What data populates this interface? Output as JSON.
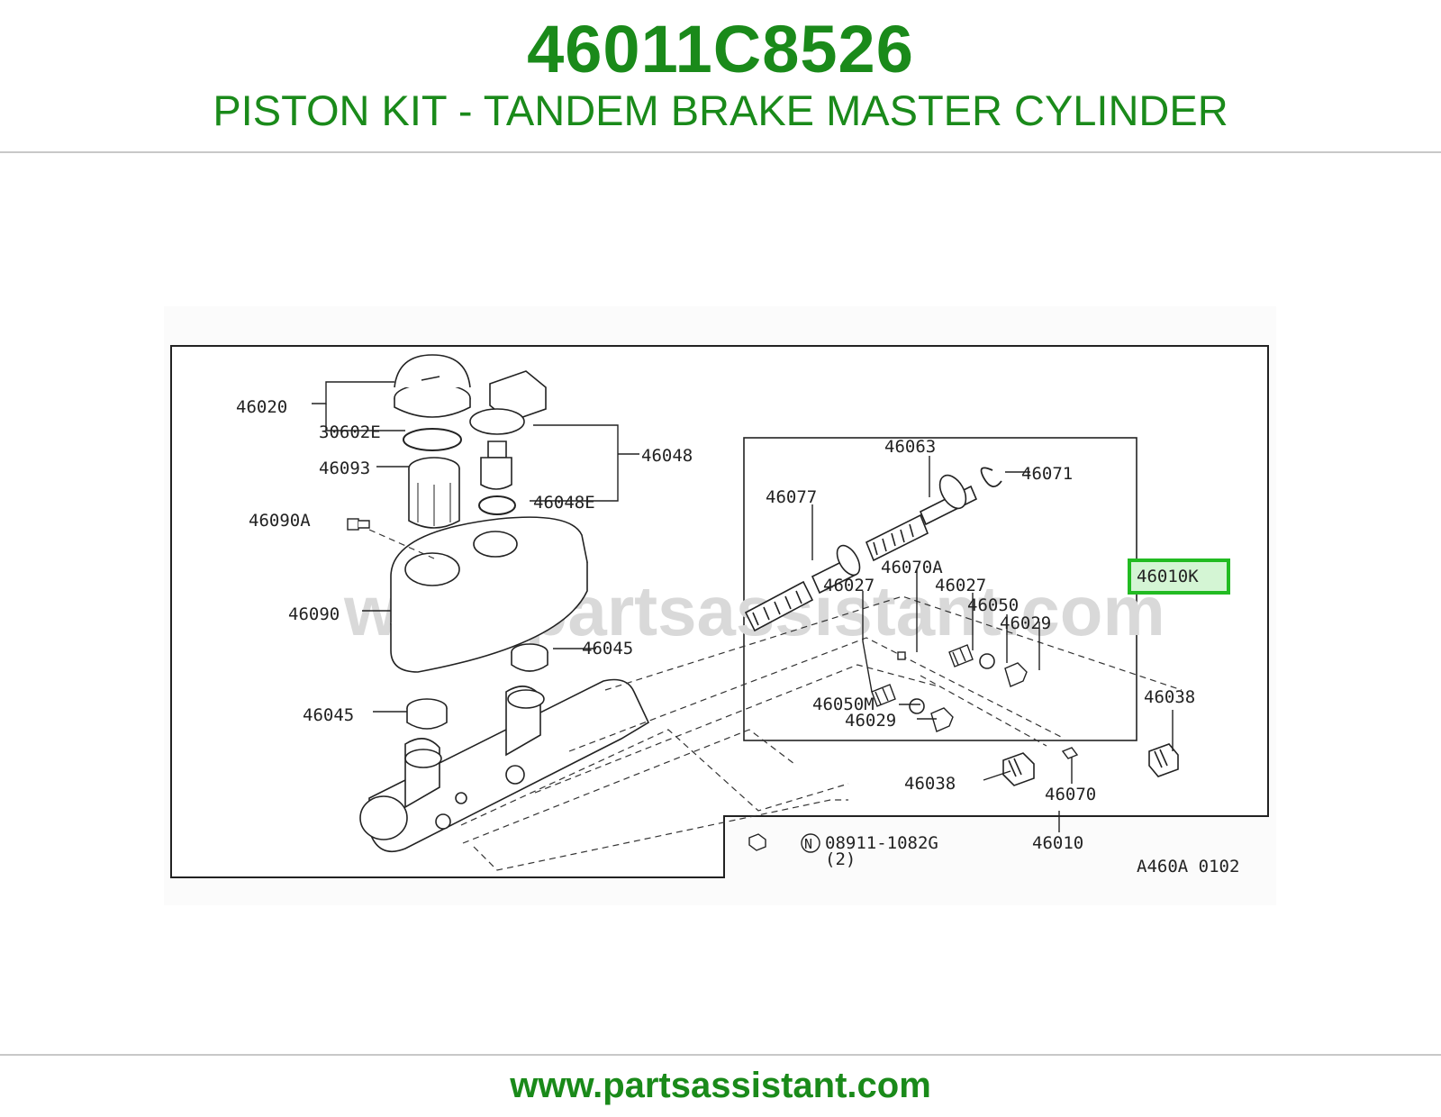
{
  "header": {
    "part_number": "46011C8526",
    "title": "PISTON KIT - TANDEM BRAKE MASTER CYLINDER"
  },
  "footer": {
    "url": "www.partsassistant.com"
  },
  "diagram": {
    "watermark": "www.partsassistant.com",
    "code": "A460A 0102",
    "highlight_color": "#22bb22",
    "labels": {
      "l46020": "46020",
      "l30602E": "30602E",
      "l46093": "46093",
      "l46090A": "46090A",
      "l46090": "46090",
      "l46045a": "46045",
      "l46045b": "46045",
      "l46048": "46048",
      "l46048E": "46048E",
      "l46063": "46063",
      "l46071": "46071",
      "l46077": "46077",
      "l46070A": "46070A",
      "l46027a": "46027",
      "l46027b": "46027",
      "l46050": "46050",
      "l46029a": "46029",
      "l46050M": "46050M",
      "l46029b": "46029",
      "l46038a": "46038",
      "l46038b": "46038",
      "l46070": "46070",
      "l46010": "46010",
      "l46010K": "46010K",
      "l08911": "08911-1082G",
      "l08911qty": "(2)",
      "circleN": "N"
    }
  }
}
